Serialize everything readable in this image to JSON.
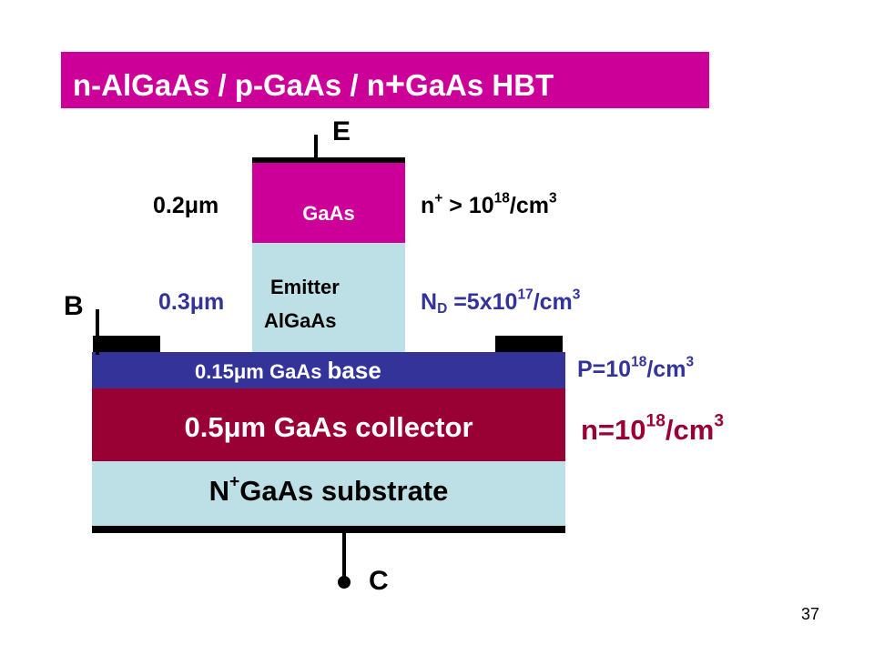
{
  "title": {
    "prefix": "n-AlGaAs / p-GaAs / n",
    "plus": "+",
    "suffix": "GaAs  HBT"
  },
  "terminals": {
    "emitter": "E",
    "base": "B",
    "collector": "C"
  },
  "layers": {
    "cap": {
      "material": "GaAs",
      "thickness": "0.2μm",
      "doping_prefix": "n",
      "doping_sup": "+",
      "doping_mid": " > 10",
      "doping_exp": "18",
      "doping_unit": "/cm",
      "doping_unit_exp": "3"
    },
    "emitter": {
      "name": "Emitter",
      "material": "AlGaAs",
      "thickness": "0.3μm",
      "doping_prefix": "N",
      "doping_sub": "D",
      "doping_mid": " =5x10",
      "doping_exp": "17",
      "doping_unit": "/cm",
      "doping_unit_exp": "3"
    },
    "base": {
      "text": "0.15μm GaAs ",
      "word": "base",
      "doping_prefix": "P=10",
      "doping_exp": "18",
      "doping_unit": "/cm",
      "doping_unit_exp": "3"
    },
    "collector": {
      "text": "0.5μm GaAs collector",
      "doping_prefix": "n=10",
      "doping_exp": "18",
      "doping_unit": "/cm",
      "doping_unit_exp": "3"
    },
    "substrate": {
      "prefix": "N",
      "sup": "+",
      "rest": "GaAs substrate"
    }
  },
  "colors": {
    "magenta": "#cc0099",
    "light_blue": "#bde0e6",
    "base_blue": "#333399",
    "collector_red": "#990033"
  },
  "slide_number": "37"
}
